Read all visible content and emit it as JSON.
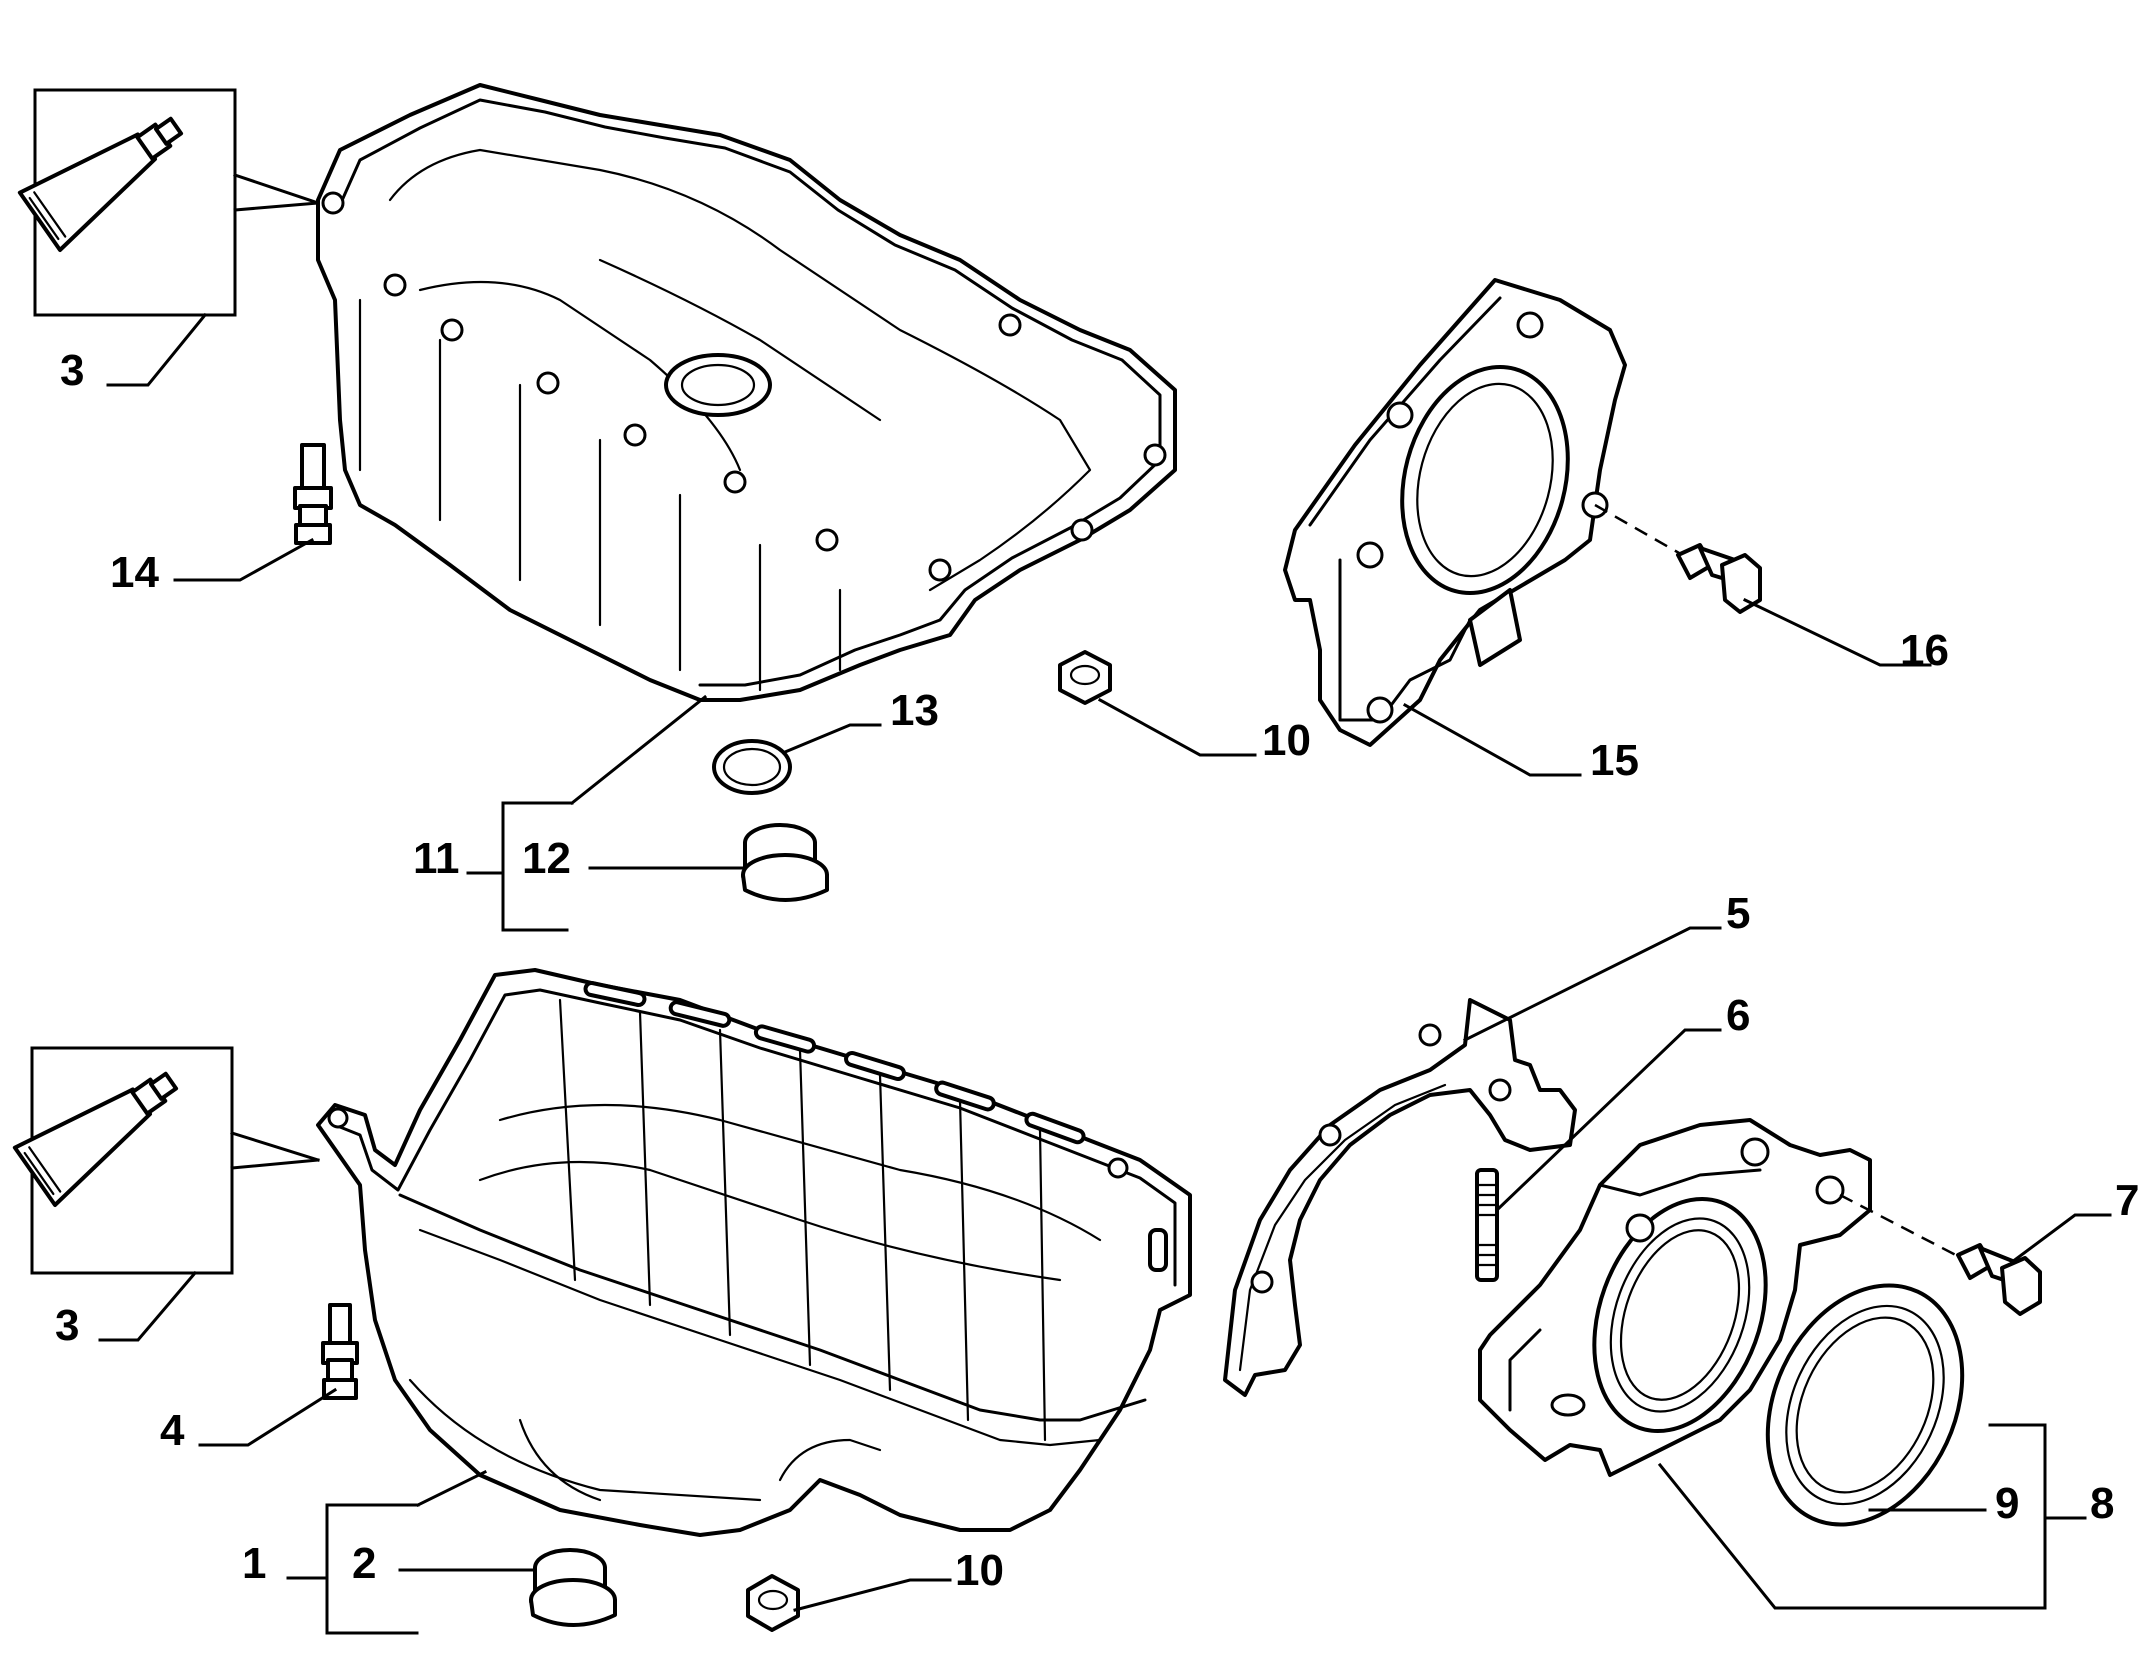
{
  "callouts": {
    "c1": "1",
    "c2": "2",
    "c3_top": "3",
    "c3_bottom": "3",
    "c4": "4",
    "c5": "5",
    "c6": "6",
    "c7": "7",
    "c8": "8",
    "c9": "9",
    "c10_top": "10",
    "c10_bottom": "10",
    "c11": "11",
    "c12": "12",
    "c13": "13",
    "c14": "14",
    "c15": "15",
    "c16": "16"
  },
  "colors": {
    "line": "#000000",
    "background": "#ffffff"
  }
}
